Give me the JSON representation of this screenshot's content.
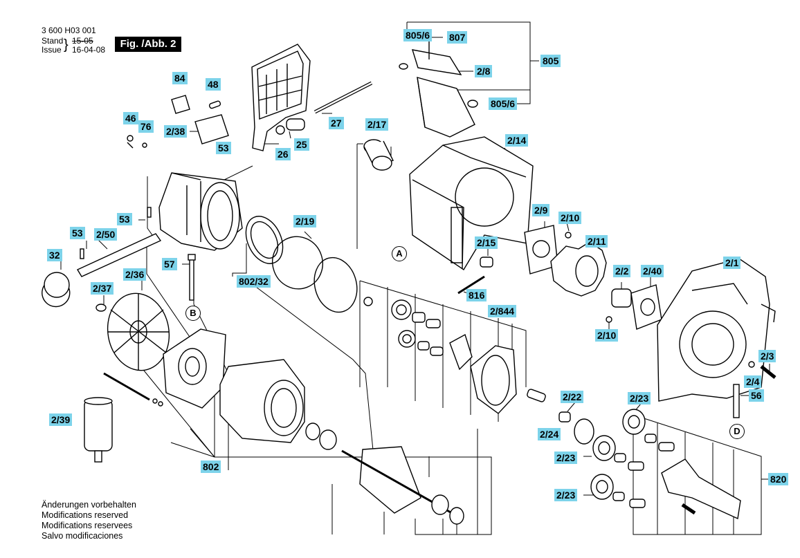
{
  "header": {
    "doc_number": "3 600 H03 001",
    "stand_label": "Stand",
    "stand_date": "15-05",
    "issue_label": "Issue",
    "issue_date": "16-04-08",
    "figure_label": "Fig. /Abb. 2"
  },
  "callouts": {
    "c805_6a": "805/6",
    "c807": "807",
    "c805": "805",
    "c2_8": "2/8",
    "c805_6b": "805/6",
    "c84": "84",
    "c48": "48",
    "c46": "46",
    "c76": "76",
    "c2_38": "2/38",
    "c27": "27",
    "c25": "25",
    "c26": "26",
    "c53a": "53",
    "c53b": "53",
    "c53c": "53",
    "c2_17": "2/17",
    "c2_14": "2/14",
    "c2_50": "2/50",
    "c32": "32",
    "c2_19": "2/19",
    "c57": "57",
    "c802_32": "802/32",
    "c2_9": "2/9",
    "c2_10a": "2/10",
    "c2_11": "2/11",
    "c2_15": "2/15",
    "c2_1": "2/1",
    "c2_36": "2/36",
    "c2_37": "2/37",
    "c816": "816",
    "c2_2": "2/2",
    "c2_40": "2/40",
    "c2_844": "2/844",
    "c2_10b": "2/10",
    "c2_3": "2/3",
    "c2_4": "2/4",
    "c56": "56",
    "c2_39": "2/39",
    "c2_22": "2/22",
    "c2_23a": "2/23",
    "c2_24": "2/24",
    "c2_23b": "2/23",
    "c802": "802",
    "c2_23c": "2/23",
    "c820": "820"
  },
  "markers": {
    "a": "A",
    "b": "B",
    "d": "D"
  },
  "notes": [
    "Änderungen vorbehalten",
    "Modifications reserved",
    "Modifications reservees",
    "Salvo modificaciones"
  ],
  "colors": {
    "callout_bg": "#7dd3ea",
    "line": "#000000"
  }
}
